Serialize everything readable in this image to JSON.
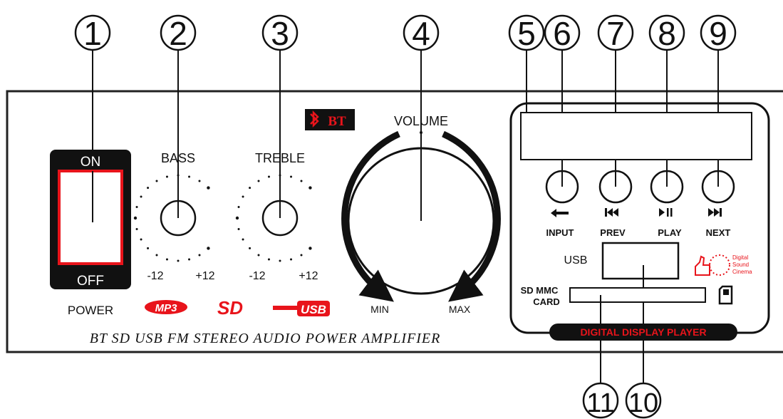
{
  "callouts": [
    "1",
    "2",
    "3",
    "4",
    "5",
    "6",
    "7",
    "8",
    "9",
    "10",
    "11"
  ],
  "power": {
    "on_label": "ON",
    "off_label": "OFF",
    "caption": "POWER"
  },
  "bass": {
    "label": "BASS",
    "min": "-12",
    "max": "+12"
  },
  "treble": {
    "label": "TREBLE",
    "min": "-12",
    "max": "+12"
  },
  "bt_badge": "BT",
  "volume": {
    "label": "VOLUME",
    "min": "MIN",
    "max": "MAX"
  },
  "buttons": [
    {
      "icon": "input-icon",
      "label": "INPUT"
    },
    {
      "icon": "prev-icon",
      "label": "PREV"
    },
    {
      "icon": "play-pause-icon",
      "label": "PLAY"
    },
    {
      "icon": "next-icon",
      "label": "NEXT"
    }
  ],
  "usb_label": "USB",
  "card_label_1": "SD MMC",
  "card_label_2": "CARD",
  "dsc_text": [
    "Digital",
    "Sound",
    "Cinema"
  ],
  "logos": {
    "mp3": "MP3",
    "sd": "SD",
    "usb": "USB"
  },
  "player_banner": "DIGITAL DISPLAY PLAYER",
  "title": "BT SD USB FM STEREO AUDIO POWER AMPLIFIER",
  "colors": {
    "red": "#e8141b",
    "black": "#111111",
    "panel": "#ffffff"
  }
}
